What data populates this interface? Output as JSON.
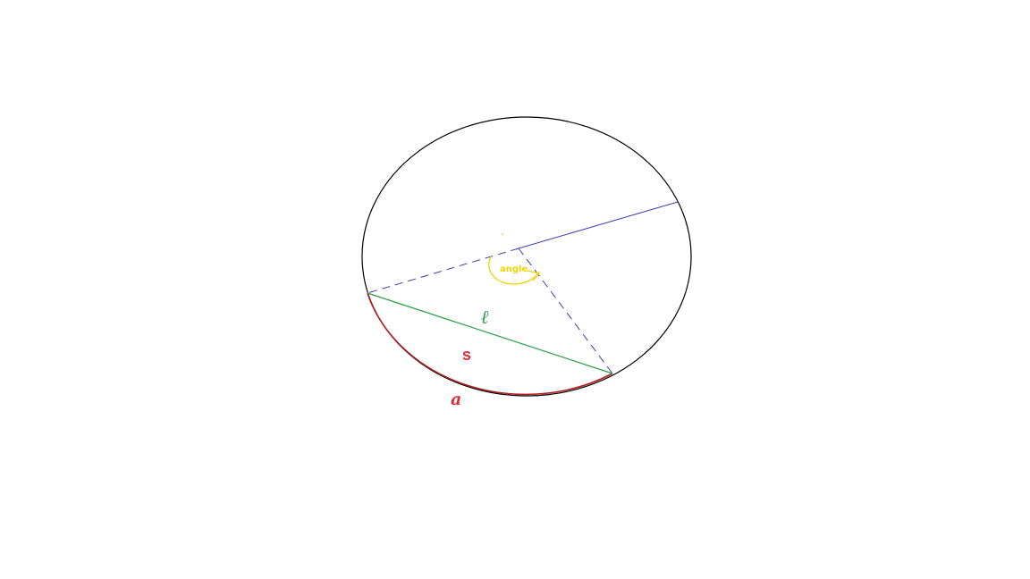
{
  "labels": {
    "angle": "angle",
    "chord": "ℓ",
    "segment": "s",
    "arc": "a"
  },
  "colors": {
    "circle": "#000000",
    "radius": "#3b3bb8",
    "chord": "#2e9e48",
    "arc": "#b01e1e",
    "angle": "#f2d200",
    "label_chord": "#2e9e48",
    "label_segment": "#d9303c",
    "label_arc": "#d9303c"
  }
}
